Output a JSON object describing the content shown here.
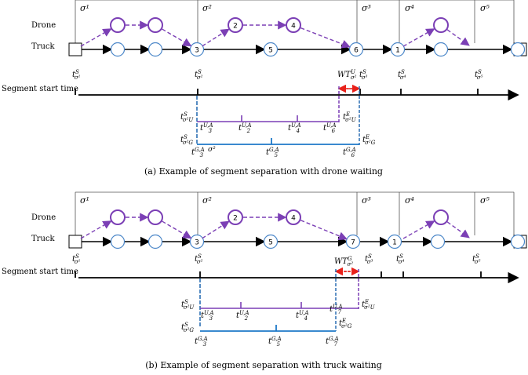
{
  "colors": {
    "drone": "#7b3fb5",
    "node": "#4a86c8",
    "truck_path": "#000000",
    "ground_bar": "#1e78c8",
    "wait_arrow": "#e8211b",
    "separator": "#2c6fb4"
  },
  "row_labels": {
    "drone": "Drone",
    "truck": "Truck",
    "timeline": "Segment start time"
  },
  "segments": [
    "σ¹",
    "σ²",
    "σ³",
    "σ⁴",
    "σ⁵"
  ],
  "panel_a": {
    "caption": "(a)  Example of segment separation with drone waiting",
    "drone_nodes": [
      "",
      "",
      "2",
      "4",
      ""
    ],
    "truck_nodes": [
      "",
      "",
      "3",
      "5",
      "6",
      "1",
      "",
      ""
    ],
    "seg_start": [
      "t^S_σ¹",
      "t^S_σ²",
      "t^S_σ³",
      "t^S_σ⁴",
      "t^S_σ⁵"
    ],
    "wait_label": "WT^U_σ²",
    "drone_bar": {
      "start": "t^S_σ²U",
      "end": "t^E_σ²U",
      "ticks": [
        "t^U,A_3",
        "t^U,A_2",
        "t^U,A_4",
        "t^U,A_6"
      ]
    },
    "ground_bar": {
      "start": "t^S_σ²G",
      "end": "t^E_σ²G",
      "ticks": [
        "t^G,A_3",
        "σ²",
        "t^G,A_5",
        "t^G,A_6"
      ]
    }
  },
  "panel_b": {
    "caption": "(b)  Example of segment separation with truck waiting",
    "drone_nodes": [
      "",
      "",
      "2",
      "4",
      ""
    ],
    "truck_nodes": [
      "",
      "",
      "3",
      "5",
      "7",
      "1",
      "",
      ""
    ],
    "seg_start": [
      "t^S_σ¹",
      "t^S_σ²",
      "t^S_σ³",
      "t^S_σ⁴",
      "t^S_σ⁵"
    ],
    "wait_label": "WT^G_σ²",
    "drone_bar": {
      "start": "t^S_σ²U",
      "end": "t^E_σ²U",
      "ticks": [
        "t^U,A_3",
        "t^U,A_2",
        "t^U,A_4",
        "t^U,A_7"
      ]
    },
    "ground_bar": {
      "start": "t^S_σ²G",
      "end": "t^E_σ²G",
      "ticks": [
        "t^G,A_3",
        "t^G,A_5",
        "t^G,A_7"
      ]
    }
  }
}
